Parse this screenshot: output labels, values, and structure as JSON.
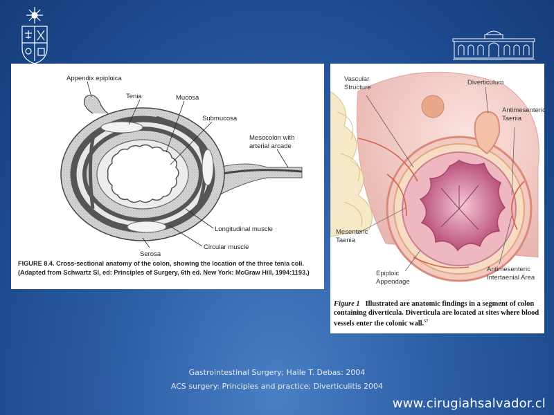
{
  "left_figure": {
    "labels": {
      "appendix": "Appendix epiploica",
      "tenia": "Tenia",
      "mucosa": "Mucosa",
      "submucosa": "Submucosa",
      "mesocolon_line1": "Mesocolon with",
      "mesocolon_line2": "arterial arcade",
      "longitudinal": "Longitudinal muscle",
      "circular": "Circular muscle",
      "serosa": "Serosa"
    },
    "caption_bold": "FIGURE 8.4.",
    "caption_text": " Cross-sectional anatomy of the colon, showing the location of the three tenia coli.",
    "caption_line2": "(Adapted from Schwartz SI, ed: Principles of Surgery, 6th ed. New York: McGraw Hill, 1994:1193.)"
  },
  "right_figure": {
    "labels": {
      "vascular_line1": "Vascular",
      "vascular_line2": "Structure",
      "diverticulum": "Diverticulum",
      "antimes_taenia_line1": "Antimesenteric",
      "antimes_taenia_line2": "Taenia",
      "mesenteric_line1": "Mesenteric",
      "mesenteric_line2": "Taenia",
      "epiploic_line1": "Epiploic",
      "epiploic_line2": "Appendage",
      "antimes_area_line1": "Antimesenteric",
      "antimes_area_line2": "Intertaenial Area"
    },
    "caption_label": "Figure 1",
    "caption_text": "Illustrated are anatomic findings in a segment of colon containing diverticula. Diverticula are located at sites where blood vessels enter the colonic wall.",
    "caption_ref": "57"
  },
  "credits": {
    "line1": "Gastrointestinal Surgery; Haile T. Debas: 2004",
    "line2": "ACS surgery: Principles and practice; Diverticulitis 2004"
  },
  "website": "www.cirugiahsalvador.cl",
  "colors": {
    "background": "#1c4a8e",
    "panel": "#ffffff",
    "accent_pink": "#e8a0b0"
  },
  "icons": {
    "left_logo": "university-crest-icon",
    "right_logo": "hospital-building-icon"
  }
}
